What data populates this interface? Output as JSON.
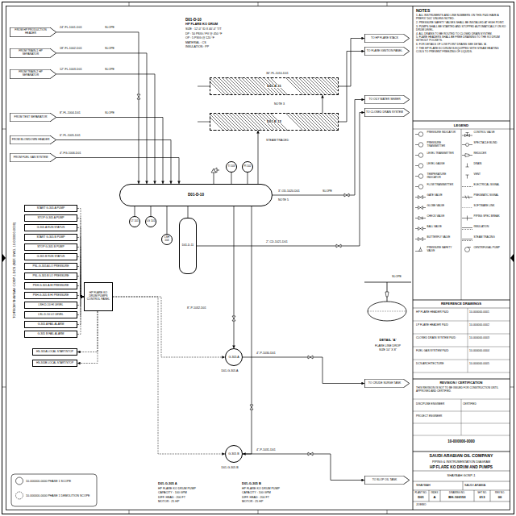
{
  "diagram": {
    "nodes": [
      {
        "text": [
          "FROM HP PRODUCTION HEADER"
        ]
      },
      {
        "text": [
          "FROM TRAIN-1 HP SEPARATOR"
        ]
      },
      {
        "text": [
          "FROM TRAIN-2 HP SEPARATOR"
        ]
      },
      {
        "text": [
          "FROM TEST SEPARATOR"
        ]
      },
      {
        "text": [
          "FROM BLOWDOWN HEADER"
        ]
      },
      {
        "text": [
          "FROM FUEL GAS SYSTEM"
        ]
      },
      {
        "text": [
          "TO HP FLARE STACK"
        ]
      },
      {
        "text": [
          "TO FLARE IGNITION PANEL"
        ]
      },
      {
        "text": [
          "TO OILY WATER SEWER"
        ]
      },
      {
        "text": [
          "TO CLOSED DRAIN SYSTEM"
        ]
      },
      {
        "text": [
          "D01-E-11"
        ]
      },
      {
        "text": [
          "D01-E-12"
        ]
      },
      {
        "text": [
          "D01-D-10"
        ]
      },
      {
        "text": [
          "D01-D-11"
        ]
      },
      {
        "text": [
          "LT 101"
        ]
      },
      {
        "text": [
          "LG 101"
        ]
      },
      {
        "text": [
          "PI 102"
        ]
      },
      {
        "text": [
          "TI 103"
        ]
      },
      {
        "text": [
          "LSH 104"
        ]
      },
      {
        "text": [
          "HP FLARE KO DRUM PUMPS CONTROL PANEL"
        ]
      },
      {
        "text": [
          "START G-305 A PUMP"
        ]
      },
      {
        "text": [
          "STOP G-305 A PUMP"
        ]
      },
      {
        "text": [
          "G-305 A RUN STATUS"
        ]
      },
      {
        "text": [
          "START G-305 B PUMP"
        ]
      },
      {
        "text": [
          "STOP G-305 B PUMP"
        ]
      },
      {
        "text": [
          "G-305 B RUN STATUS"
        ]
      },
      {
        "text": [
          "PSL-G-305 A LO PRESSURE"
        ]
      },
      {
        "text": [
          "PSL-G-305 B LO PRESSURE"
        ]
      },
      {
        "text": [
          "PSH-G-305 A HI PRESSURE"
        ]
      },
      {
        "text": [
          "PSH-G-305 B HI PRESSURE"
        ]
      },
      {
        "text": [
          "LSH-D-10 HI LEVEL"
        ]
      },
      {
        "text": [
          "LSL-D-10 LO LEVEL"
        ]
      },
      {
        "text": [
          "G-305 A FAIL ALARM"
        ]
      },
      {
        "text": [
          "G-305 B FAIL ALARM"
        ]
      },
      {
        "text": [
          "HS-305A LOCAL START/STOP"
        ]
      },
      {
        "text": [
          "HS-305B LOCAL START/STOP"
        ]
      },
      {
        "text": [
          "G-305 A"
        ]
      },
      {
        "text": [
          "G-305 B"
        ]
      },
      {
        "text": [
          "TO CRUDE SURGE TANK"
        ]
      },
      {
        "text": [
          "TO SLOP OIL TANK"
        ]
      }
    ],
    "edges": [
      {
        "from": 0,
        "to": 12,
        "arrow": "to"
      },
      {
        "from": 1,
        "to": 12,
        "arrow": "to"
      },
      {
        "from": 2,
        "to": 12,
        "arrow": "to"
      },
      {
        "from": 3,
        "to": 12,
        "arrow": "to"
      },
      {
        "from": 4,
        "to": 12,
        "arrow": "to"
      },
      {
        "from": 5,
        "to": 12,
        "arrow": "to"
      },
      {
        "from": 12,
        "to": 11,
        "arrow": "to"
      },
      {
        "from": 11,
        "to": 10,
        "arrow": "to"
      },
      {
        "from": 10,
        "to": 6,
        "arrow": "to"
      },
      {
        "from": 11,
        "to": 7,
        "arrow": "to"
      },
      {
        "from": 12,
        "to": 8,
        "arrow": "to"
      },
      {
        "from": 13,
        "to": 9,
        "arrow": "to"
      },
      {
        "from": 12,
        "to": 13,
        "arrow": "none"
      },
      {
        "from": 12,
        "to": 14,
        "arrow": "none"
      },
      {
        "from": 12,
        "to": 15,
        "arrow": "none"
      },
      {
        "from": 12,
        "to": 16,
        "arrow": "none"
      },
      {
        "from": 12,
        "to": 17,
        "arrow": "none"
      },
      {
        "from": 12,
        "to": 18,
        "arrow": "none"
      },
      {
        "from": 12,
        "to": 36,
        "arrow": "to"
      },
      {
        "from": 12,
        "to": 37,
        "arrow": "to"
      },
      {
        "from": 36,
        "to": 38,
        "arrow": "to"
      },
      {
        "from": 37,
        "to": 39,
        "arrow": "to"
      },
      {
        "from": 19,
        "to": 36,
        "arrow": "to"
      },
      {
        "from": 19,
        "to": 37,
        "arrow": "to"
      },
      {
        "from": 19,
        "to": 34,
        "arrow": "to"
      },
      {
        "from": 19,
        "to": 35,
        "arrow": "to"
      },
      {
        "from": 20,
        "to": 19,
        "arrow": "to"
      },
      {
        "from": 21,
        "to": 19,
        "arrow": "to"
      },
      {
        "from": 22,
        "to": 19,
        "arrow": "to"
      },
      {
        "from": 23,
        "to": 19,
        "arrow": "to"
      },
      {
        "from": 24,
        "to": 19,
        "arrow": "to"
      },
      {
        "from": 25,
        "to": 19,
        "arrow": "to"
      },
      {
        "from": 26,
        "to": 19,
        "arrow": "to"
      },
      {
        "from": 27,
        "to": 19,
        "arrow": "to"
      },
      {
        "from": 28,
        "to": 19,
        "arrow": "to"
      },
      {
        "from": 29,
        "to": 19,
        "arrow": "to"
      },
      {
        "from": 30,
        "to": 19,
        "arrow": "to"
      },
      {
        "from": 31,
        "to": 19,
        "arrow": "to"
      },
      {
        "from": 32,
        "to": 19,
        "arrow": "to"
      },
      {
        "from": 33,
        "to": 19,
        "arrow": "to"
      }
    ],
    "labels": [
      "D01-D-10",
      "HP FLARE KO DRUM",
      "SIZE : 12'-0\" ID X 40'-0\" T/T",
      "DP : 50 PSIG / FV @ 450 °F",
      "OP : 5 PSIG @ 120 °F",
      "MATERIAL : CS",
      "INSULATION : PP",
      "24\"-FL-1001-D01",
      "SLOPE",
      "18\"-FL-1002-D01",
      "SLOPE",
      "12\"-FL-1003-D01",
      "SLOPE",
      "8\"-FL-1004-D01",
      "SLOPE",
      "6\"-FL-1005-D01",
      "4\"-FG-1006-D01",
      "36\"-FL-1010-D01",
      "NOTE 3",
      "STEAM TRACED",
      "3\"-OD-1020-D01",
      "SLOPE",
      "2\"-CD-1021-D01",
      "NOTE 5",
      "4\"-P-1030-D01",
      "4\"-P-1031-D01",
      "8\"-P-1032-D01",
      "D01-G-305 A",
      "D01-G-305 B",
      "D01-G-305 A",
      "HP FLARE KO DRUM PUMP",
      "CAPACITY : 100 GPM",
      "DIFF. HEAD : 200 FT",
      "MOTOR : 25 HP",
      "D01-G-305 B",
      "HP FLARE KO DRUM PUMP",
      "CAPACITY : 100 GPM",
      "DIFF. HEAD : 200 FT",
      "MOTOR : 25 HP",
      "DETAIL 'A'",
      "FLARE LINE DROP",
      "SIZE 10\" X 8\"",
      "SLOPE",
      "TO/FROM SHAYBAH GOSP-1 DCS (REF. DWG. 10-000000-0000)",
      "10-000000-0000 PHASE 1 SCOPE",
      "10-000000-0000 PHASE 1 DEMOLITION SCOPE",
      "NOTES",
      "1. ALL INSTRUMENTS AND LINE NUMBERS ON THIS P&ID HAVE A PREFIX 'D01' UNLESS NOTED.",
      "2. PRESSURE SAFETY VALVES SHALL BE INSTALLED AT HIGH POINT.",
      "3. PUMPS SHALL BE STARTED AND STOPPED AUTOMATICALLY ON KO DRUM LEVEL.",
      "4. ALL DRAINS TO BE ROUTED TO CLOSED DRAIN SYSTEM.",
      "5. FLARE HEADERS SHALL BE FREE DRAINING TO THE KO DRUM WITHOUT POCKETS.",
      "6. FOR DETAILS OF LOW POINT DRAINS SEE DETAIL 'A'.",
      "7. THE HP FLARE KO DRUM IS EQUIPPED WITH STEAM HEATING COILS TO PREVENT FREEZING OF LIQUIDS.",
      "LEGEND",
      "REFERENCE DRAWINGS",
      "HP FLARE HEADER P&ID",
      "10-000000-0001",
      "LP FLARE HEADER P&ID",
      "10-000000-0002",
      "CLOSED DRAIN SYSTEM P&ID",
      "10-000000-0003",
      "FUEL GAS SYSTEM P&ID",
      "10-000000-0004",
      "DCS ARCHITECTURE",
      "10-000000-0005",
      "REVISION / CERTIFICATION",
      "THIS REVISION IS NOT TO BE ISSUED FOR CONSTRUCTION UNTIL APPROVED AND CERTIFIED.",
      "DISCIPLINE ENGINEER",
      "PROJECT ENGINEER",
      "CERTIFIED",
      "10-000000-0000",
      "SAUDI ARABIAN OIL COMPANY",
      "PIPING & INSTRUMENTATION DIAGRAM",
      "HP FLARE KO DRUM AND PUMPS",
      "SHAYBAH GOSP-1",
      "SHAYBAH",
      "SAUDI ARABIA",
      "PLANT NO.",
      "INDEX",
      "DRAWING NO.",
      "SHT NO.",
      "REV NO.",
      "D01",
      "A",
      "BH-100153",
      "013",
      "00",
      "JO/EWO"
    ],
    "legend": [
      {
        "text": "PRESSURE INDICATOR"
      },
      {
        "text": "PRESSURE TRANSMITTER"
      },
      {
        "text": "LEVEL TRANSMITTER"
      },
      {
        "text": "LEVEL GAUGE"
      },
      {
        "text": "TEMPERATURE INDICATOR"
      },
      {
        "text": "FLOW TRANSMITTER"
      },
      {
        "text": "GATE VALVE"
      },
      {
        "text": "GLOBE VALVE"
      },
      {
        "text": "CHECK VALVE"
      },
      {
        "text": "BALL VALVE"
      },
      {
        "text": "BUTTERFLY VALVE"
      },
      {
        "text": "PRESSURE SAFETY VALVE"
      },
      {
        "text": "CONTROL VALVE"
      },
      {
        "text": "SPECTACLE BLIND"
      },
      {
        "text": "REDUCER"
      },
      {
        "text": "DRAIN"
      },
      {
        "text": "VENT"
      },
      {
        "text": "ELECTRICAL SIGNAL"
      },
      {
        "text": "PNEUMATIC SIGNAL"
      },
      {
        "text": "SOFTWARE LINK"
      },
      {
        "text": "PIPING SPEC BREAK"
      },
      {
        "text": "INSULATION"
      },
      {
        "text": "STEAM TRACING"
      },
      {
        "text": "CENTRIFUGAL PUMP"
      }
    ]
  }
}
